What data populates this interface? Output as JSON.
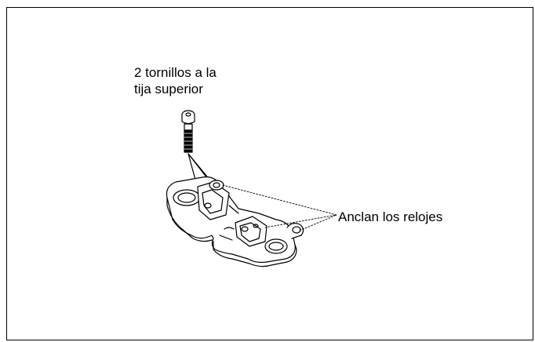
{
  "diagram": {
    "labels": {
      "screws_line1": "2 tornillos a la",
      "screws_line2": "tija superior",
      "clocks": "Anclan los relojes"
    },
    "colors": {
      "line": "#000000",
      "background": "#ffffff"
    }
  }
}
